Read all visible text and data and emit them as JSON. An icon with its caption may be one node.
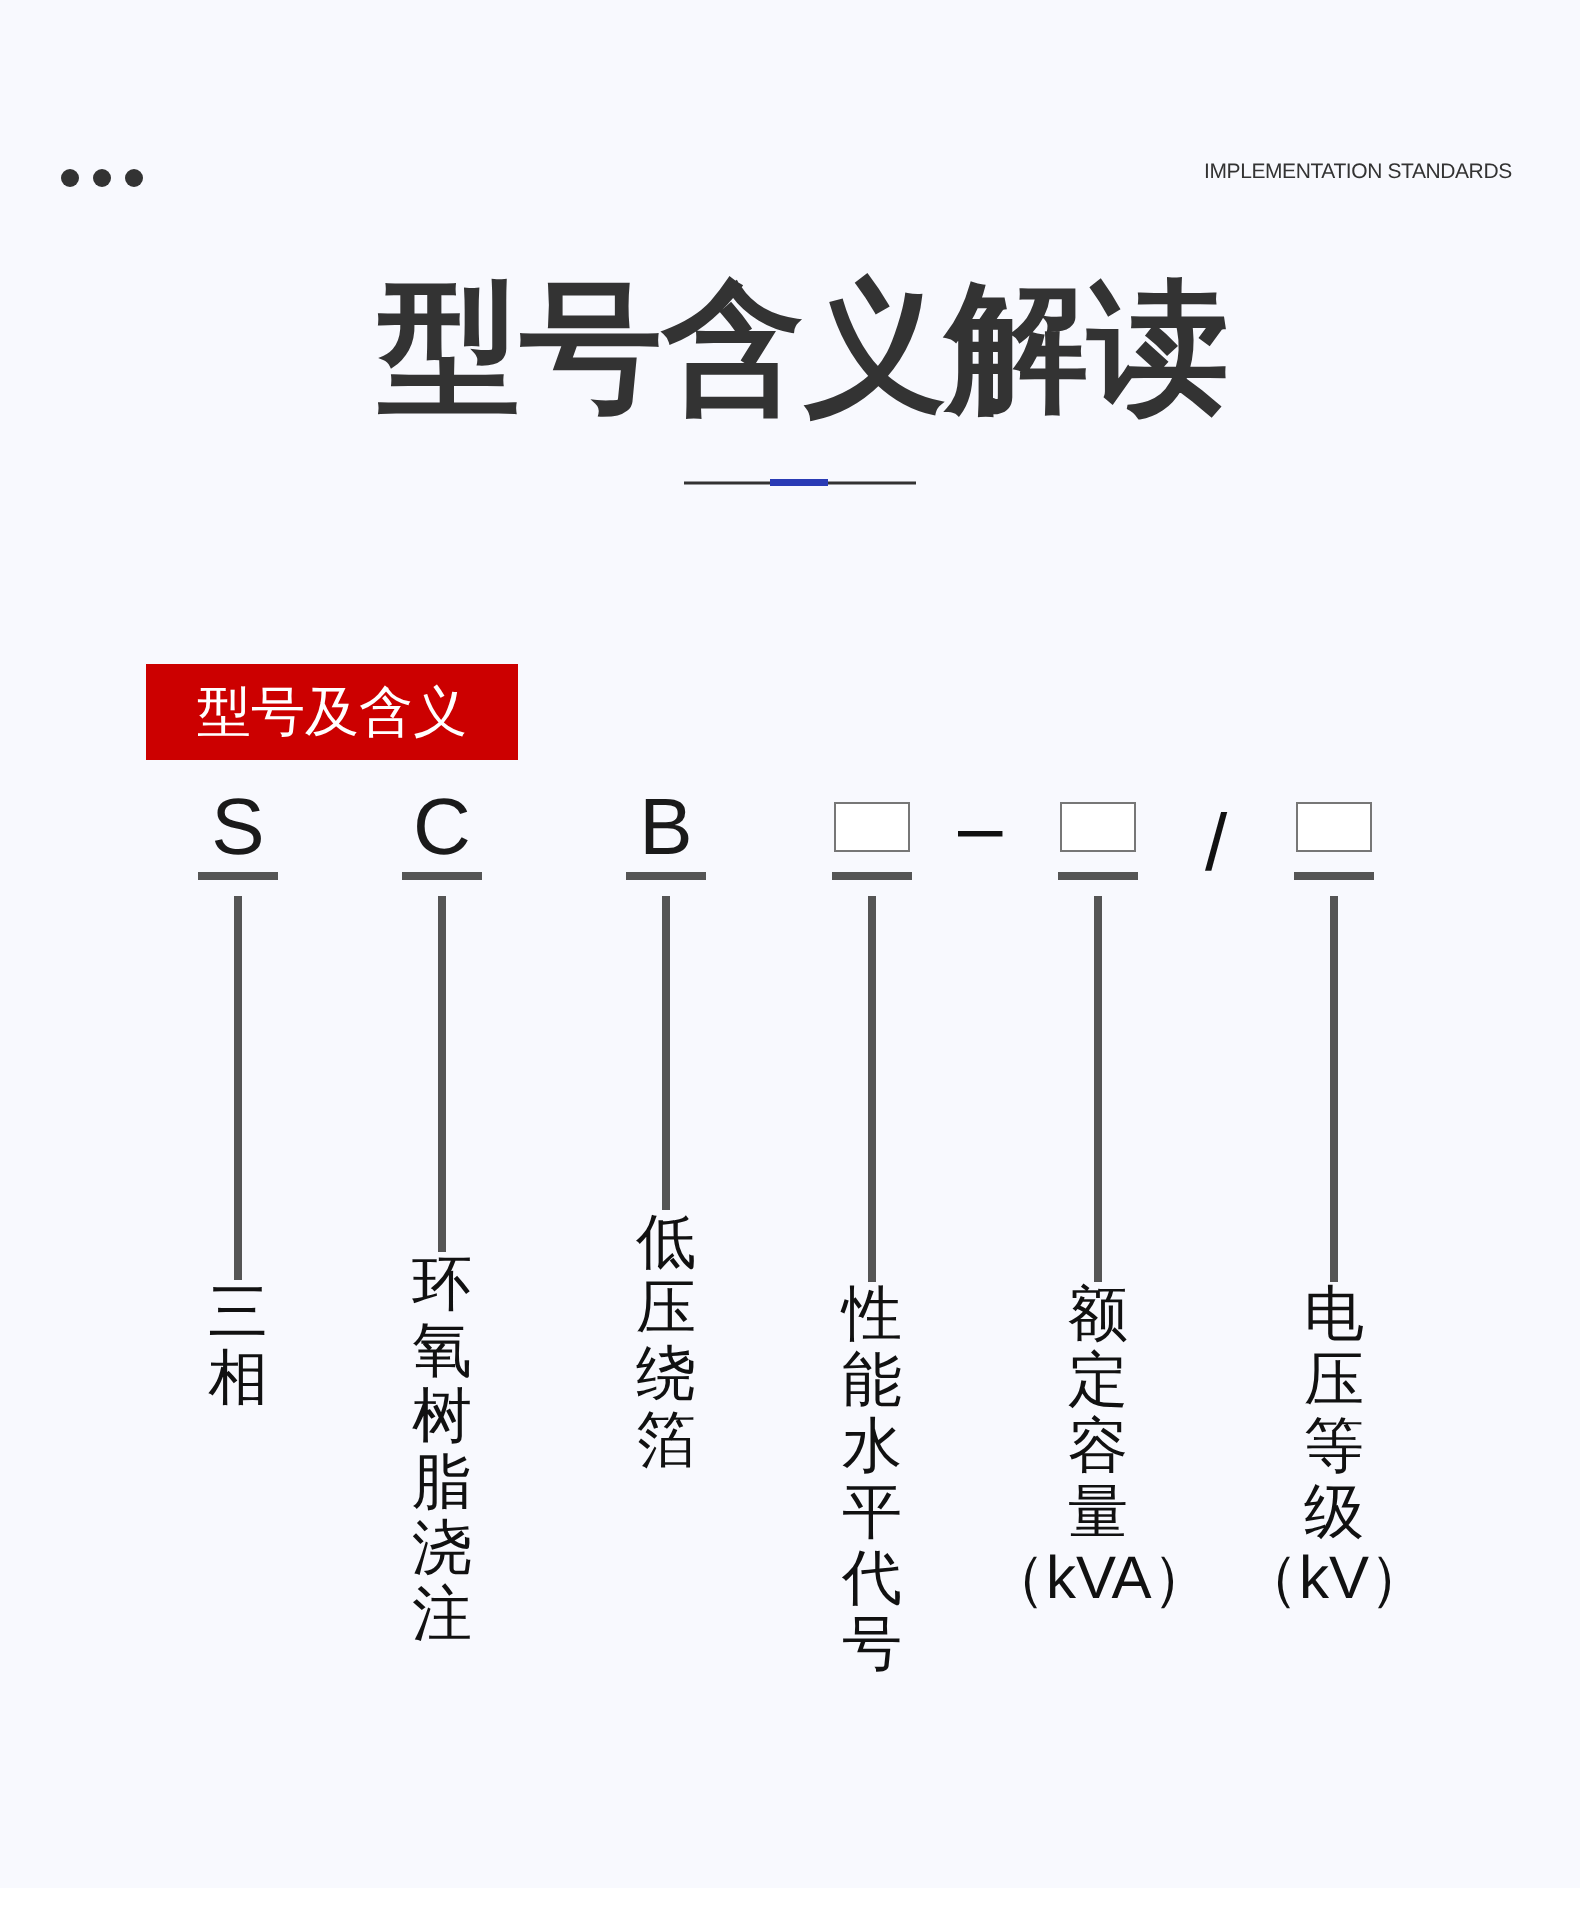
{
  "diagram": {
    "title": "型号含义解读",
    "nodes": [
      {
        "text": [
          "型号及含义"
        ]
      },
      {
        "text": [
          "S"
        ]
      },
      {
        "text": [
          "C"
        ]
      },
      {
        "text": [
          "B"
        ]
      },
      {
        "text": [],
        "shape": "box"
      },
      {
        "text": [],
        "shape": "box"
      },
      {
        "text": [],
        "shape": "box"
      },
      {
        "text": [
          "三相"
        ]
      },
      {
        "text": [
          "环氧树脂浇注"
        ]
      },
      {
        "text": [
          "低压绕箔"
        ]
      },
      {
        "text": [
          "性能水平代号"
        ]
      },
      {
        "text": [
          "额定容量（kVA）"
        ]
      },
      {
        "text": [
          "电压等级（kV）"
        ]
      }
    ],
    "edges": [
      {
        "from": 1,
        "to": 7,
        "arrow": "none"
      },
      {
        "from": 2,
        "to": 8,
        "arrow": "none"
      },
      {
        "from": 3,
        "to": 9,
        "arrow": "none"
      },
      {
        "from": 4,
        "to": 10,
        "arrow": "none"
      },
      {
        "from": 5,
        "to": 11,
        "arrow": "none"
      },
      {
        "from": 6,
        "to": 12,
        "arrow": "none"
      }
    ],
    "labels": [
      "IMPLEMENTATION STANDARDS",
      "–",
      "/"
    ]
  }
}
